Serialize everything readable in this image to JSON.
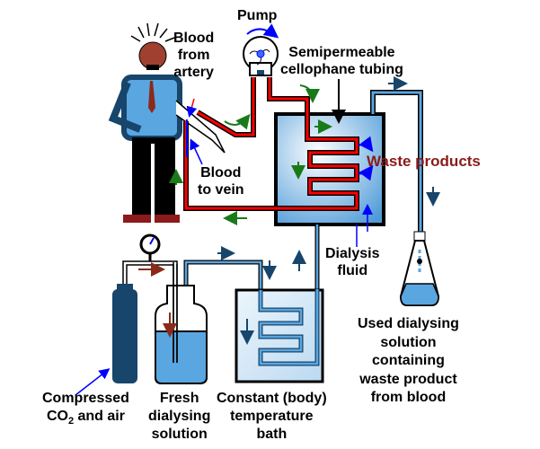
{
  "labels": {
    "pump": "Pump",
    "blood_from_artery": [
      "Blood",
      "from",
      "artery"
    ],
    "semipermeable": [
      "Semipermeable",
      "cellophane tubing"
    ],
    "waste_products": "Waste products",
    "blood_to_vein": [
      "Blood",
      "to vein"
    ],
    "dialysis_fluid": [
      "Dialysis",
      "fluid"
    ],
    "used_solution": [
      "Used dialysing",
      "solution",
      "containing",
      "waste product",
      "from blood"
    ],
    "compressed": [
      "Compressed",
      "CO",
      "2",
      " and air"
    ],
    "fresh": [
      "Fresh",
      "dialysing",
      "solution"
    ],
    "bath": [
      "Constant (body)",
      "temperature",
      "bath"
    ]
  },
  "colors": {
    "blood": "#ff0000",
    "fluid": "#5aa6e0",
    "dark_blue": "#17456b",
    "flow_arrow_green": "#1a7a1a",
    "pointer_blue": "#0000ff",
    "waste_text": "#8b1a1a"
  }
}
